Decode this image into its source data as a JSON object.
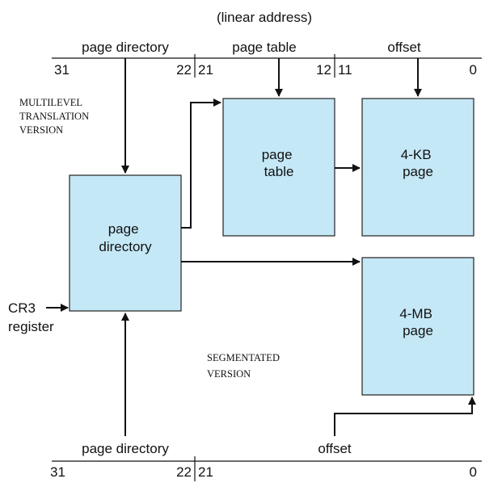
{
  "title": "(linear address)",
  "top_fields": {
    "page_directory": "page directory",
    "page_table": "page table",
    "offset": "offset"
  },
  "top_bits": {
    "b31": "31",
    "b22": "22",
    "b21": "21",
    "b12": "12",
    "b11": "11",
    "b0": "0"
  },
  "multilevel_label": [
    "MULTILEVEL",
    "TRANSLATION",
    "VERSION"
  ],
  "segmented_label": [
    "SEGMENTATED",
    "VERSION"
  ],
  "boxes": {
    "page_directory": [
      "page",
      "directory"
    ],
    "page_table": [
      "page",
      "table"
    ],
    "page_4kb": [
      "4-KB",
      "page"
    ],
    "page_4mb": [
      "4-MB",
      "page"
    ]
  },
  "cr3": [
    "CR3",
    "register"
  ],
  "bottom_fields": {
    "page_directory": "page directory",
    "offset": "offset"
  },
  "bottom_bits": {
    "b31": "31",
    "b22": "22",
    "b21": "21",
    "b0": "0"
  },
  "colors": {
    "box_fill": "#c5e8f7",
    "line": "#111111"
  }
}
